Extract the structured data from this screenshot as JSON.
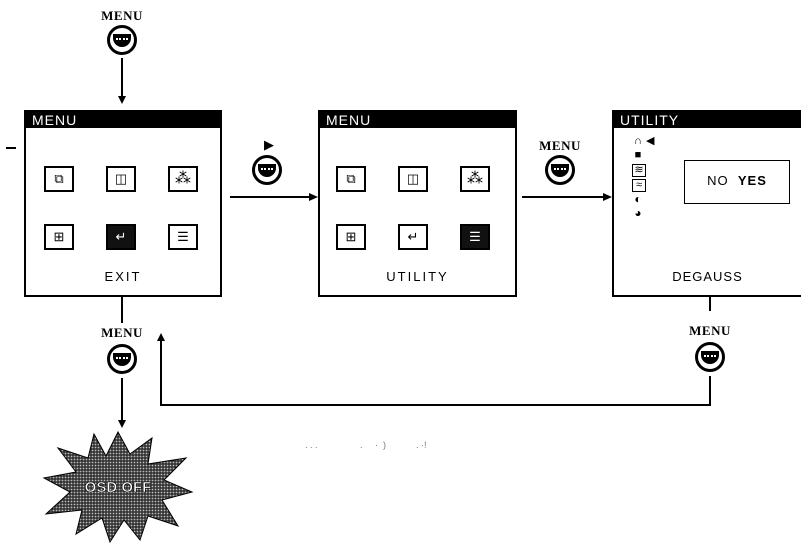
{
  "buttons": {
    "top_menu": "MENU",
    "arrow_glyph": "▶",
    "middle_menu": "MENU",
    "bottom_left_menu": "MENU",
    "bottom_right_menu": "MENU"
  },
  "panel_left": {
    "title": "MENU",
    "label": "EXIT",
    "icons": [
      "size-icon",
      "position-icon",
      "color-icon",
      "geometry-icon",
      "exit-icon",
      "utility-icon"
    ]
  },
  "panel_middle": {
    "title": "MENU",
    "label": "UTILITY",
    "icons": [
      "size-icon",
      "position-icon",
      "color-icon",
      "geometry-icon",
      "exit-icon",
      "utility-icon"
    ]
  },
  "panel_right": {
    "title": "UTILITY",
    "option_no": "NO",
    "option_yes": "YES",
    "label": "DEGAUSS",
    "side_icons": [
      "degauss-icon",
      "lock-icon",
      "moire-icon",
      "wave-icon",
      "contrast-icon",
      "globe-icon"
    ]
  },
  "starburst_text": "OSD OFF",
  "faint_caption": ". . .                 .     ·  )            . ·!"
}
